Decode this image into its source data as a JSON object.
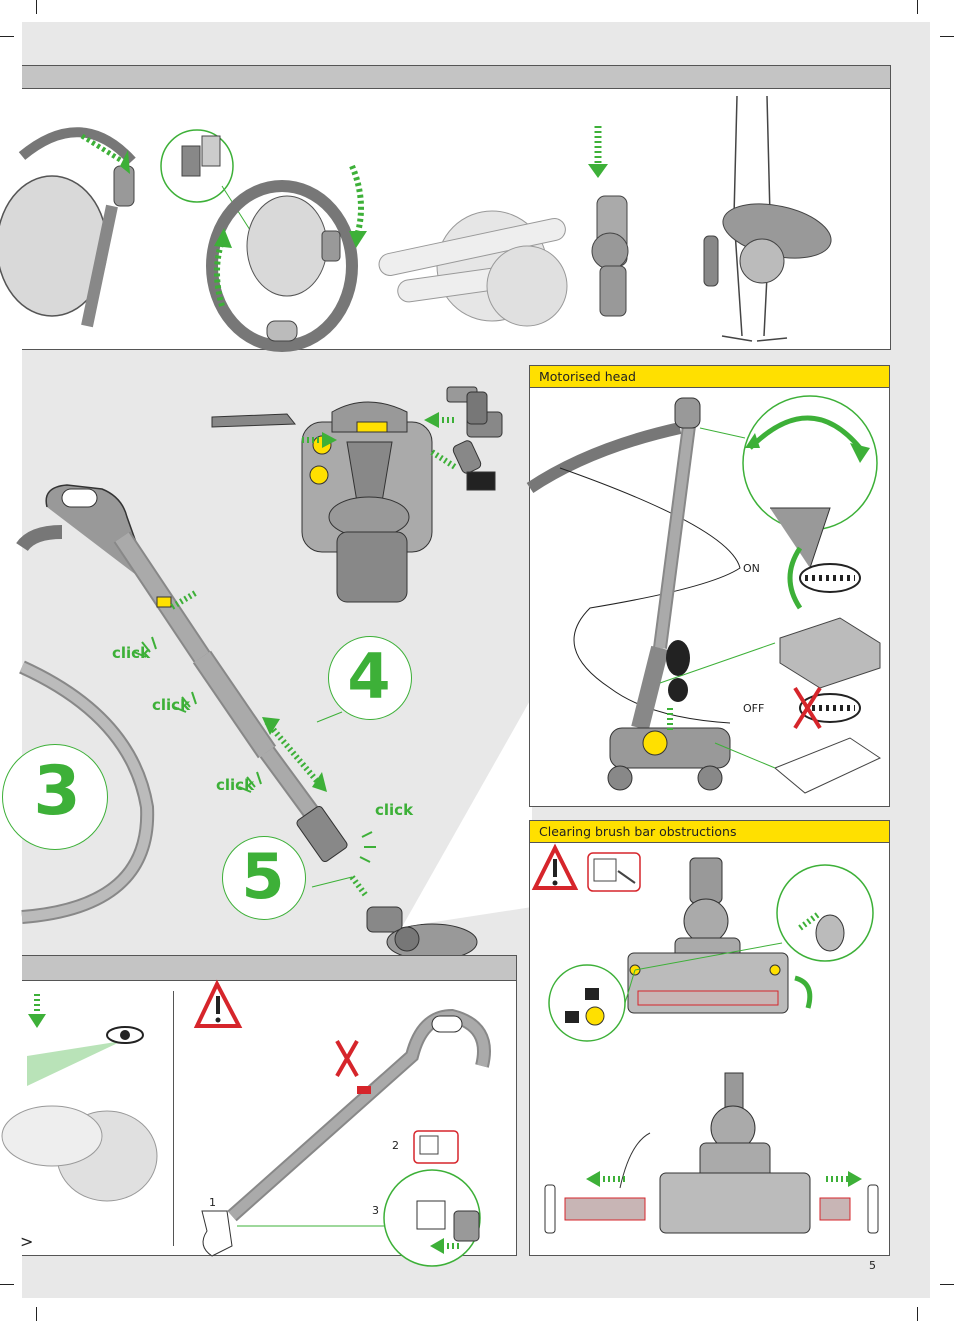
{
  "page": {
    "number": "5",
    "colors": {
      "accent_green": "#3db038",
      "warning_yellow": "#ffe000",
      "panel_gray": "#e8e8e8",
      "warning_red": "#d6252b"
    }
  },
  "motorised_head": {
    "title": "Motorised head",
    "on_label": "ON",
    "off_label": "OFF"
  },
  "brush_bar": {
    "title": "Clearing brush bar obstructions"
  },
  "assembly": {
    "clicks": [
      "click",
      "click",
      "click",
      "click"
    ],
    "step_numbers": [
      "3",
      "4",
      "5"
    ]
  },
  "blockage": {
    "step_labels": [
      "1",
      "2",
      "3"
    ],
    "arrow_text": ">"
  },
  "icons": [
    "warning-triangle-icon",
    "unplug-icon",
    "eye-icon",
    "lock-icon",
    "unlock-icon",
    "cross-icon"
  ]
}
